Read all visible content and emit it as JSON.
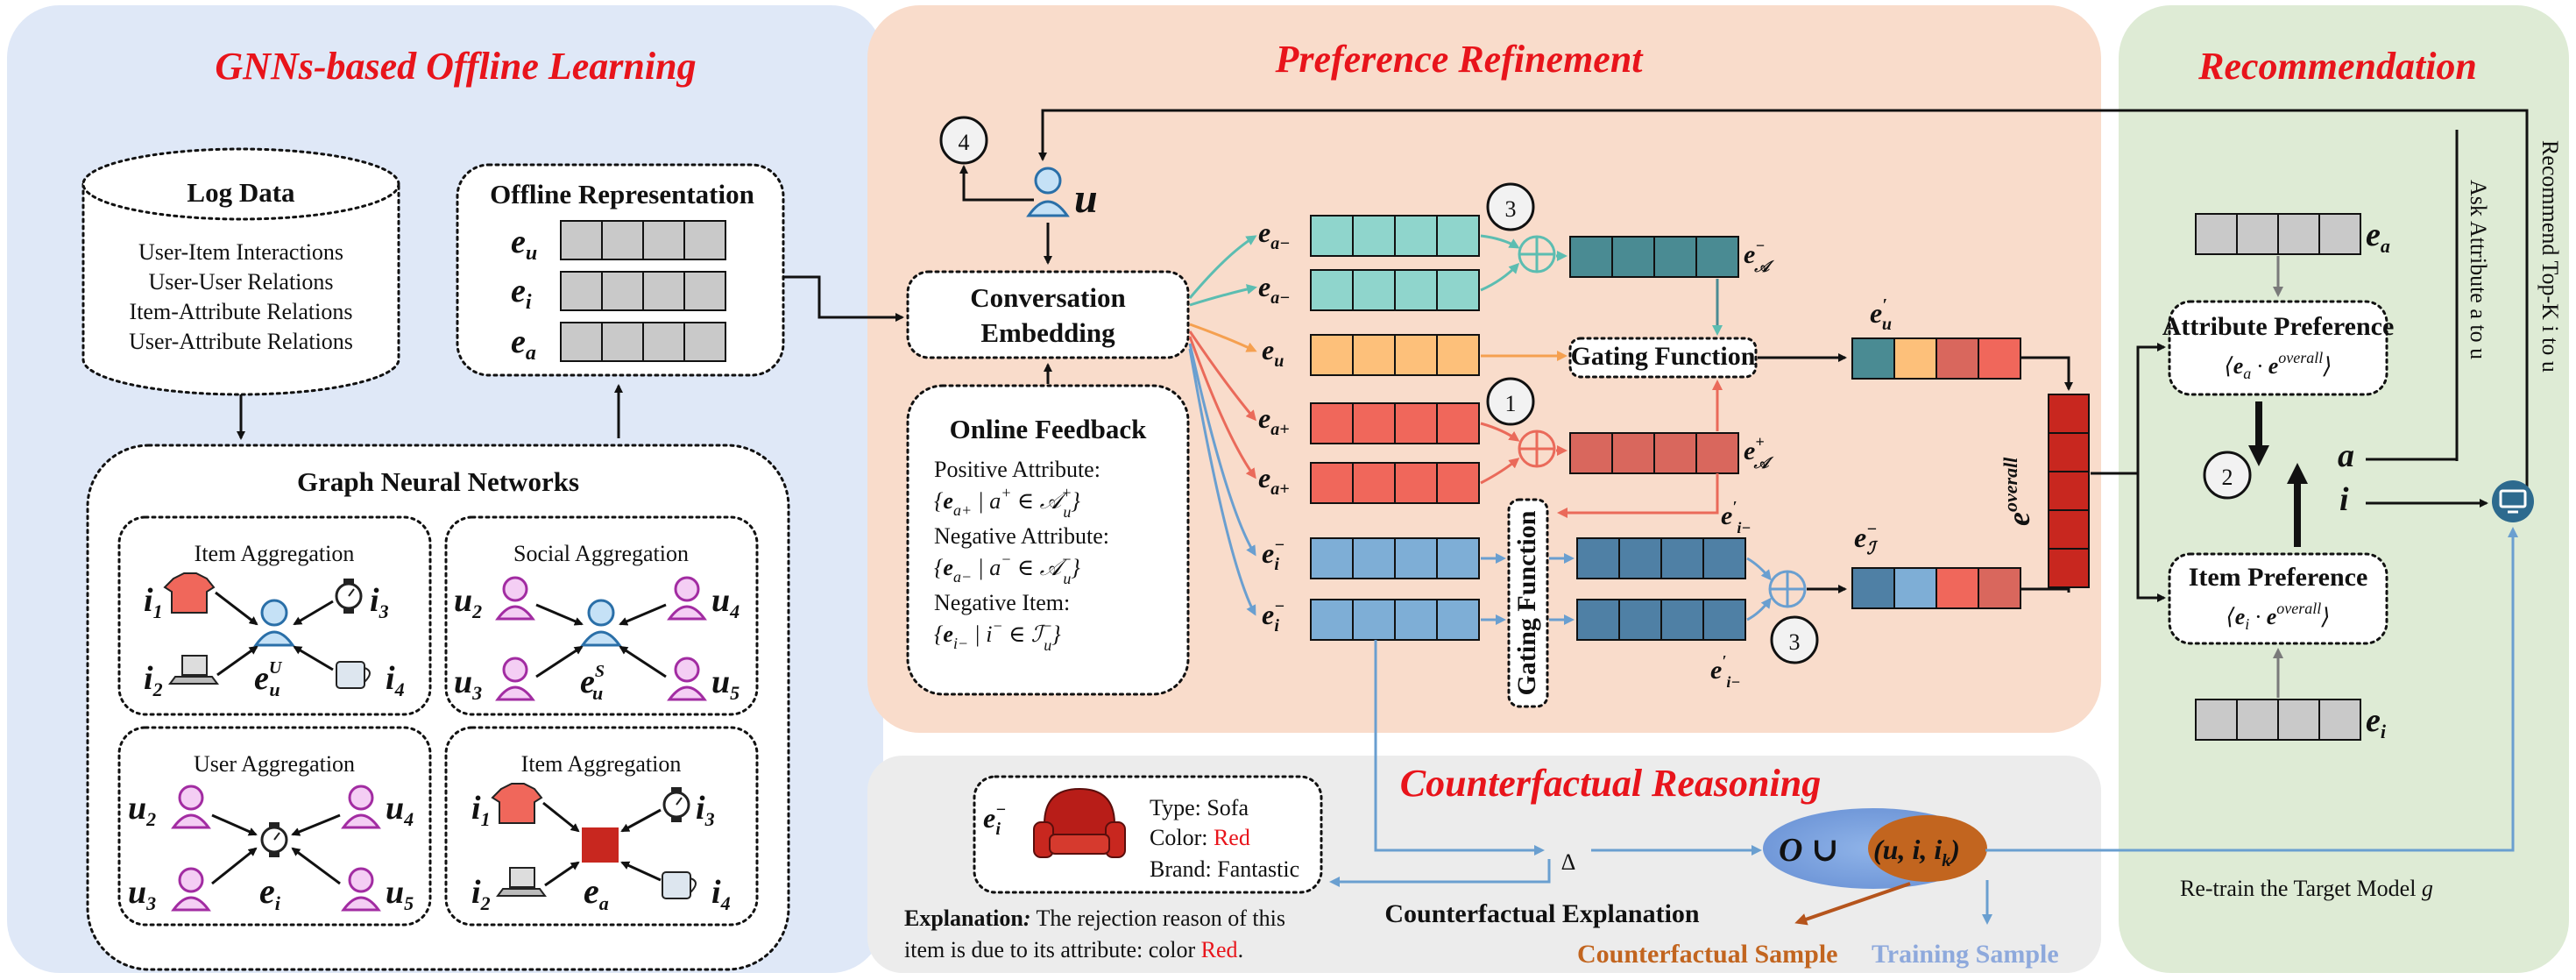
{
  "panels": {
    "offline_title": "GNNs-based Offline Learning",
    "refine_title": "Preference Refinement",
    "rec_title": "Recommendation",
    "cf_title": "Counterfactual Reasoning"
  },
  "log_data": {
    "title": "Log Data",
    "lines": [
      "User-Item Interactions",
      "User-User Relations",
      "Item-Attribute Relations",
      "User-Attribute Relations"
    ]
  },
  "offline_rep": {
    "title": "Offline Representation",
    "rows": [
      "e",
      "e",
      "e"
    ],
    "subs": [
      "u",
      "i",
      "a"
    ]
  },
  "gnn": {
    "title": "Graph Neural Networks",
    "item_agg": {
      "title": "Item Aggregation",
      "n1": "i",
      "s1": "1",
      "n2": "i",
      "s2": "2",
      "n3": "i",
      "s3": "3",
      "n4": "i",
      "s4": "4",
      "center": "e",
      "csub": "u",
      "csup": "U"
    },
    "social_agg": {
      "title": "Social Aggregation",
      "n1": "u",
      "s1": "2",
      "n2": "u",
      "s2": "3",
      "n3": "u",
      "s3": "4",
      "n4": "u",
      "s4": "5",
      "center": "e",
      "csub": "u",
      "csup": "S"
    },
    "user_agg": {
      "title": "User Aggregation",
      "n1": "u",
      "s1": "2",
      "n2": "u",
      "s2": "3",
      "n3": "u",
      "s3": "4",
      "n4": "u",
      "s4": "5",
      "center": "e",
      "csub": "i"
    },
    "item_agg2": {
      "title": "Item Aggregation",
      "n1": "i",
      "s1": "1",
      "n2": "i",
      "s2": "2",
      "n3": "i",
      "s3": "3",
      "n4": "i",
      "s4": "4",
      "center": "e",
      "csub": "a"
    }
  },
  "conv_embed": {
    "line1": "Conversation",
    "line2": "Embedding"
  },
  "user_label": "u",
  "step_numbers": [
    "4",
    "3",
    "1",
    "3",
    "2"
  ],
  "online_feedback": {
    "title": "Online Feedback",
    "l1": "Positive Attribute:",
    "f1": "{e",
    "f1b": "| a",
    "f1c": "∈ 𝒜",
    "f1d": "}",
    "l2": "Negative Attribute:",
    "l3": "Negative Item:"
  },
  "embed_labels": {
    "ea_minus": "e",
    "eu": "e",
    "ea_plus": "e",
    "ei_minus": "e"
  },
  "gating": {
    "horizontal": "Gating Function",
    "vertical": "Gating Function"
  },
  "vector_labels": {
    "eA_minus": "e",
    "eA_plus": "e",
    "eu_prime": "e",
    "eI": "e",
    "ei_prime": "e",
    "e_overall": "e"
  },
  "rec": {
    "attr_pref": "Attribute Preference",
    "item_pref": "Item Preference",
    "ask_attr": "Ask Attribute a to u",
    "recommend": "Recommend Top-K i to u",
    "a": "a",
    "i": "i",
    "ea": "e",
    "ei": "e"
  },
  "cf": {
    "type": "Type: Sofa",
    "color_label": "Color: ",
    "color_value": "Red",
    "brand": "Brand: Fantastic",
    "expl_bold": "Explanation",
    "expl_colon": ":",
    "expl_text1": " The rejection reason of this",
    "expl_text2": "item is due to its attribute: color ",
    "expl_red": "Red",
    "expl_end": ".",
    "cf_expl": "Counterfactual Explanation",
    "delta": "Δ",
    "o_union": "O ∪",
    "tuple": "(u, i, i",
    "tuple_k": "k",
    "tuple_end": ")",
    "cf_sample": "Counterfactual Sample",
    "train_sample": "Training Sample",
    "retrain": "Re-train the Target Model"
  },
  "colors": {
    "offline_bg": "#dfe8f7",
    "refine_bg": "#f9dccb",
    "rec_bg": "#deebd5",
    "cf_bg": "#ececec",
    "teal": "#8fd5cc",
    "teal_dark": "#4a8b93",
    "orange": "#fdc07a",
    "red": "#f0675b",
    "red_dark": "#d9675d",
    "blue": "#7eaed6",
    "blue_dark": "#4f80a5",
    "gray": "#c9c9c9",
    "deep_red": "#c8271f"
  }
}
